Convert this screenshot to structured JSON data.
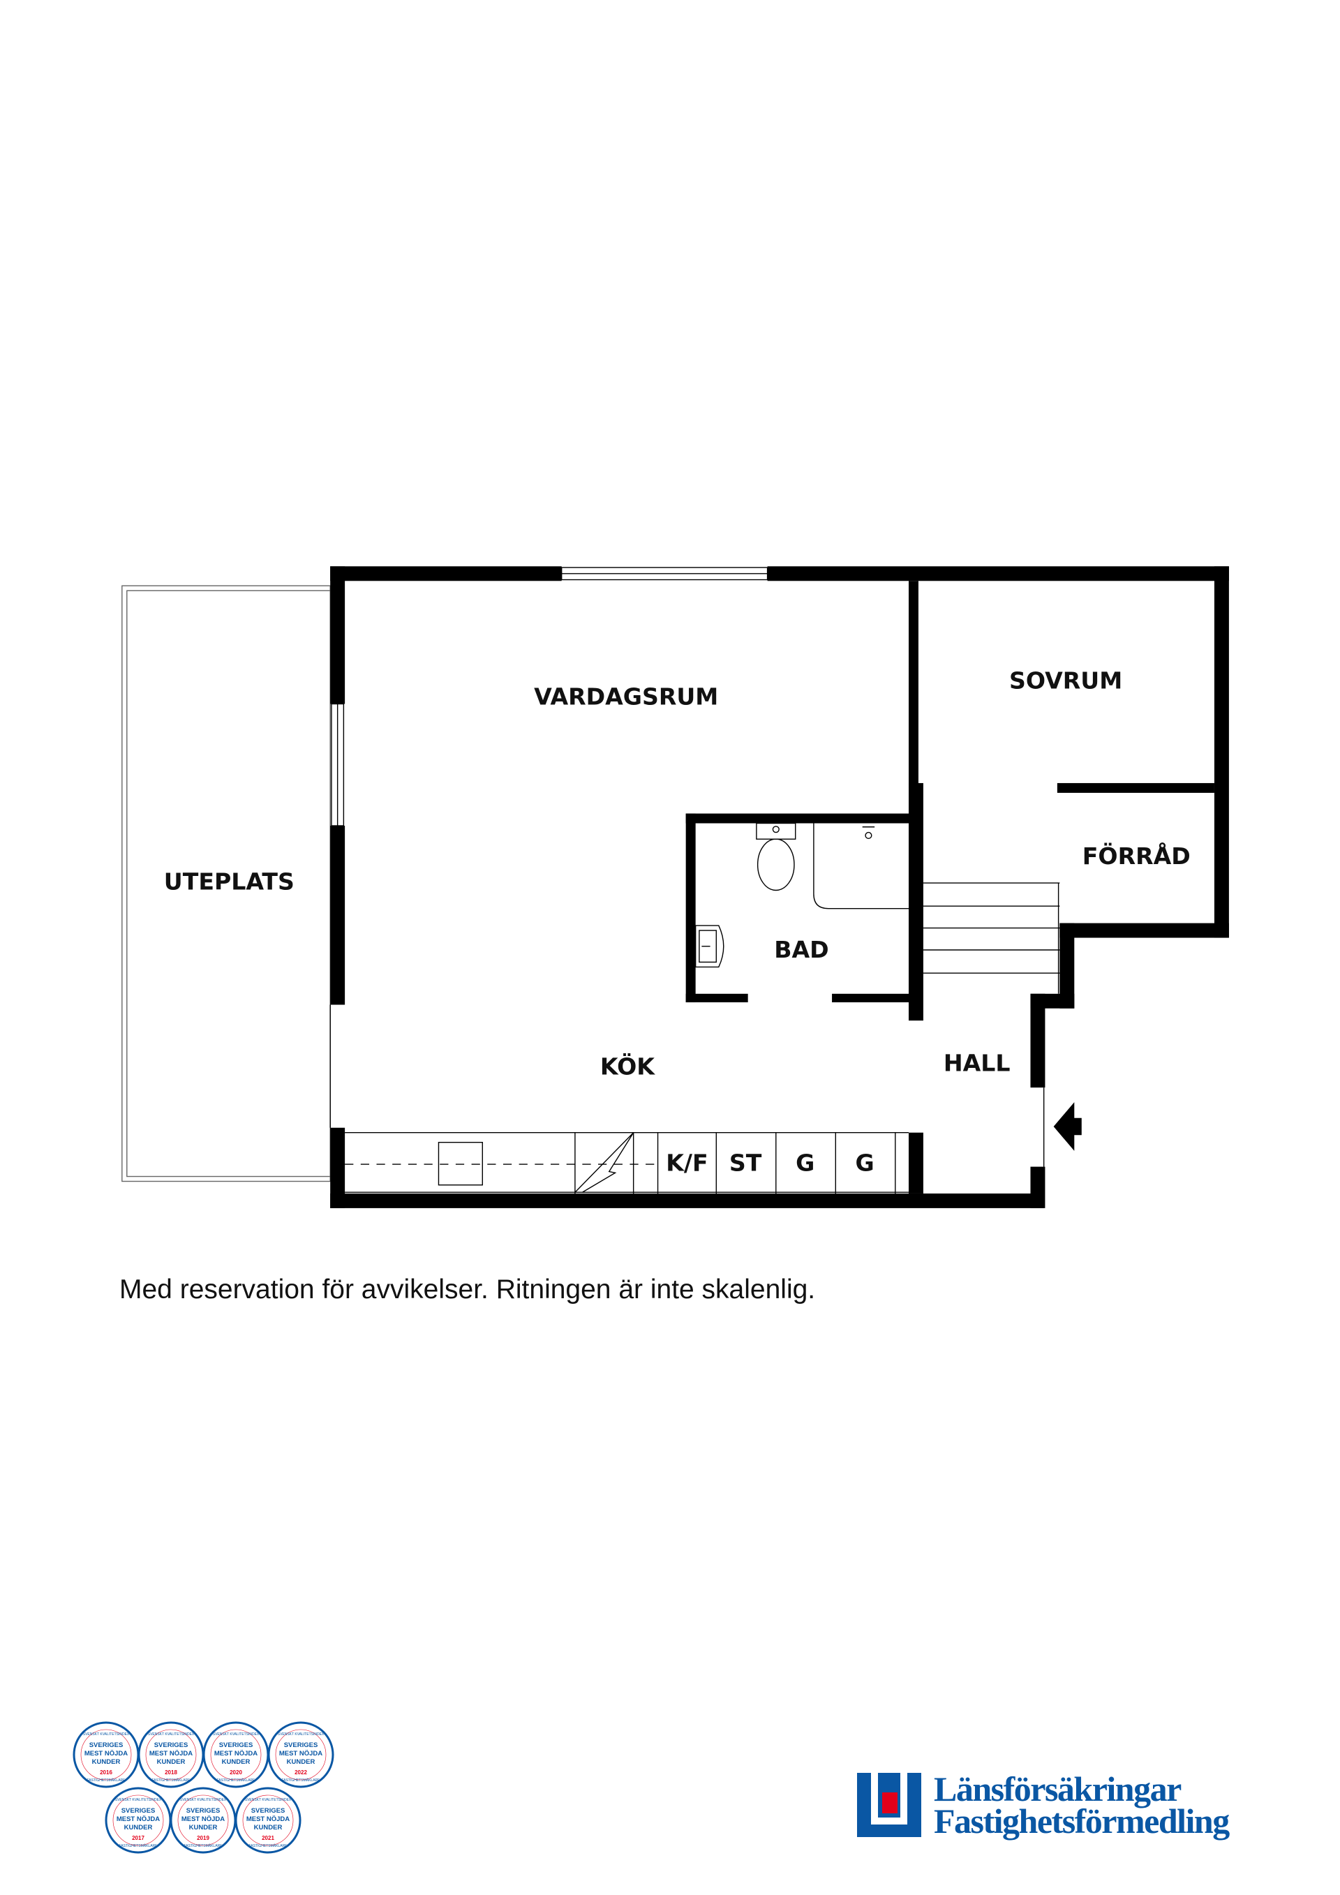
{
  "rooms": {
    "vardagsrum": "VARDAGSRUM",
    "sovrum": "SOVRUM",
    "forrad": "FÖRRÅD",
    "uteplats": "UTEPLATS",
    "bad": "BAD",
    "kok": "KÖK",
    "hall": "HALL"
  },
  "appliances": [
    "K/F",
    "ST",
    "G",
    "G"
  ],
  "disclaimer": "Med reservation för avvikelser. Ritningen är inte skalenlig.",
  "badges": {
    "title_lines": [
      "SVERIGES",
      "MEST NÖJDA",
      "KUNDER"
    ],
    "ring_text": "SVENSKT KVALITETSINDEX",
    "bottom_text": "FASTIGHETSMÄKLARE",
    "years": [
      "2016",
      "2018",
      "2020",
      "2022",
      "2017",
      "2019",
      "2021"
    ]
  },
  "logo": {
    "line1": "Länsförsäkringar",
    "line2": "Fastighetsförmedling"
  },
  "colors": {
    "brand_blue": "#0a57a4",
    "brand_red": "#e2001a",
    "wall": "#000000"
  }
}
